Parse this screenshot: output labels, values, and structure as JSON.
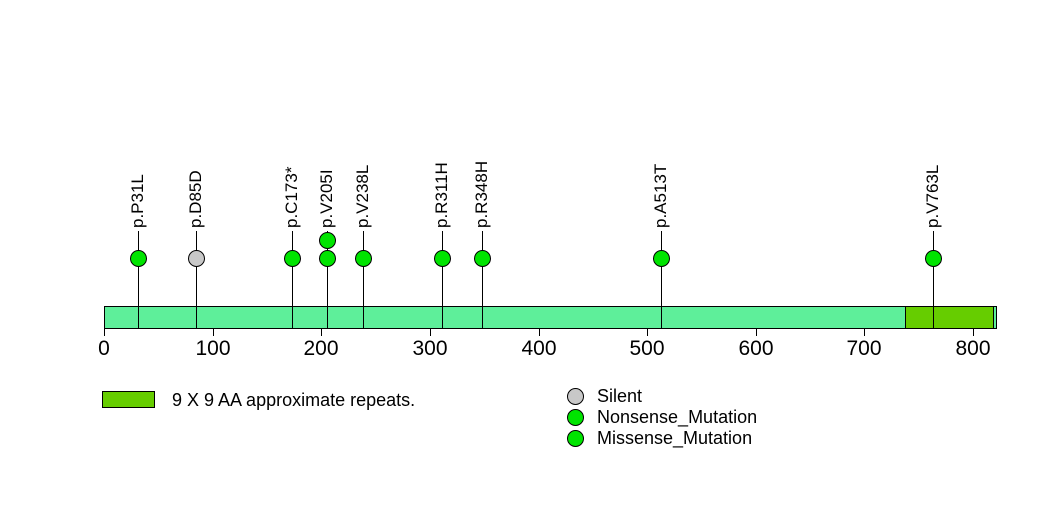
{
  "chart_data": {
    "type": "lollipop",
    "title": "",
    "xlabel": "",
    "ylabel": "",
    "axis": {
      "min": 0,
      "max": 820,
      "ticks": [
        0,
        100,
        200,
        300,
        400,
        500,
        600,
        700,
        800
      ],
      "grid": false
    },
    "protein_length": 820,
    "backbone_color": "#5EEF9A",
    "type_colors": {
      "Silent": "#C8C8C8",
      "Nonsense_Mutation": "#00E400",
      "Missense_Mutation": "#00E400"
    },
    "mutations": [
      {
        "label": "p.P31L",
        "position": 31,
        "type": "Missense_Mutation",
        "count": 1
      },
      {
        "label": "p.D85D",
        "position": 85,
        "type": "Silent",
        "count": 1
      },
      {
        "label": "p.C173*",
        "position": 173,
        "type": "Nonsense_Mutation",
        "count": 1
      },
      {
        "label": "p.V205I",
        "position": 205,
        "type": "Missense_Mutation",
        "count": 2
      },
      {
        "label": "p.V238L",
        "position": 238,
        "type": "Missense_Mutation",
        "count": 1
      },
      {
        "label": "p.R311H",
        "position": 311,
        "type": "Missense_Mutation",
        "count": 1
      },
      {
        "label": "p.R348H",
        "position": 348,
        "type": "Missense_Mutation",
        "count": 1
      },
      {
        "label": "p.A513T",
        "position": 513,
        "type": "Missense_Mutation",
        "count": 1
      },
      {
        "label": "p.V763L",
        "position": 763,
        "type": "Missense_Mutation",
        "count": 1
      }
    ],
    "domains": [
      {
        "label": "9 X 9 AA approximate repeats.",
        "start": 737,
        "end": 817,
        "color": "#66CD00"
      }
    ],
    "legend": {
      "domain_item": {
        "label": "9 X 9 AA approximate repeats.",
        "color": "#66CD00"
      },
      "mutation_items": [
        {
          "label": "Silent",
          "color": "#C8C8C8"
        },
        {
          "label": "Nonsense_Mutation",
          "color": "#00E400"
        },
        {
          "label": "Missense_Mutation",
          "color": "#00E400"
        }
      ]
    }
  }
}
